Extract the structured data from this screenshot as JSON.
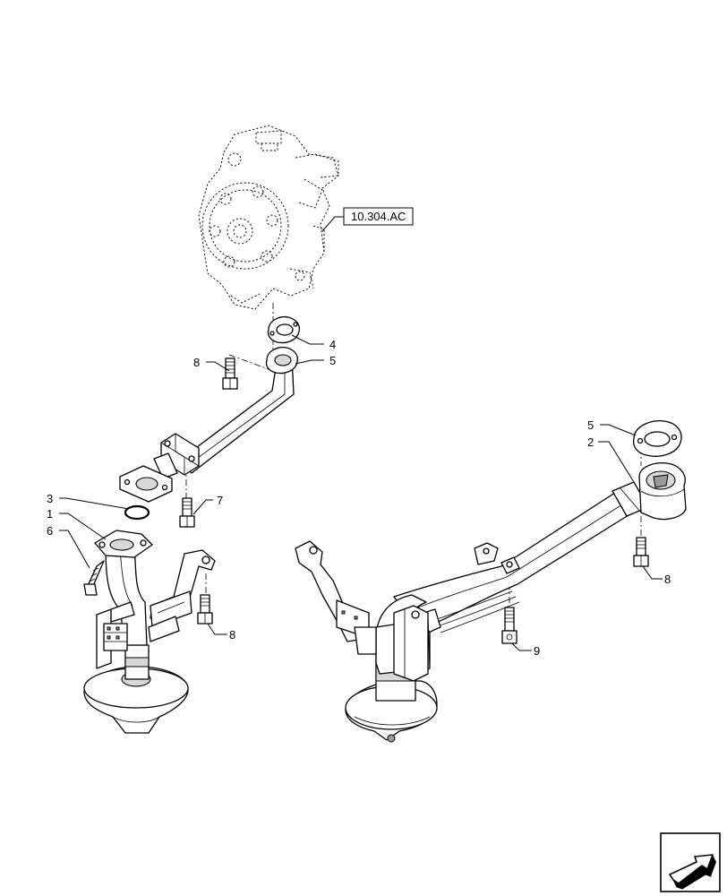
{
  "reference_box": {
    "label": "10.304.AC"
  },
  "callouts": [
    "1",
    "2",
    "3",
    "4",
    "5",
    "5",
    "6",
    "7",
    "8",
    "8",
    "8",
    "9"
  ],
  "nav_icon": {
    "name": "next-page-arrow-icon"
  }
}
